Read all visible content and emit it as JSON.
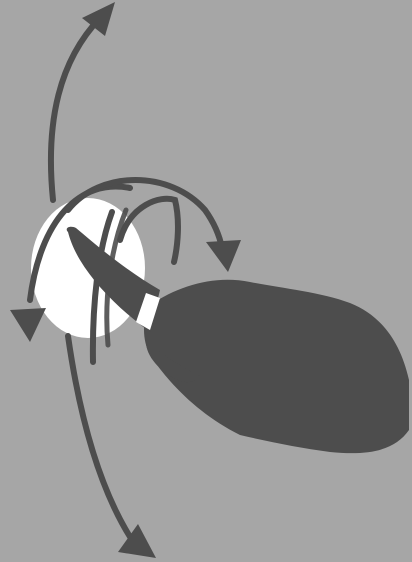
{
  "illustration": {
    "icon": "multi-direction-rotate-gesture-icon",
    "colors": {
      "background": "#a6a6a6",
      "ink": "#4d4d4d",
      "target": "#ffffff"
    },
    "gesture": "one-finger-rotate",
    "arrow_directions": [
      "up",
      "down",
      "left",
      "right"
    ]
  }
}
